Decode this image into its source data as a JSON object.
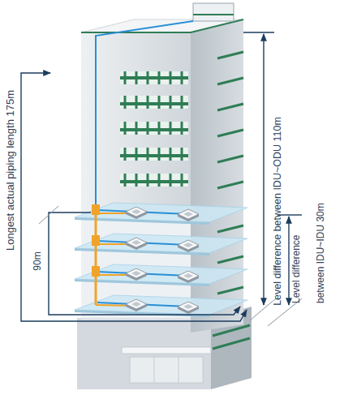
{
  "diagram": {
    "labels": [
      "Longest actual piping length 175m",
      "90m",
      "Level difference between IDU~ODU 110m",
      "Level difference between IDU~IDU 30m"
    ]
  }
}
